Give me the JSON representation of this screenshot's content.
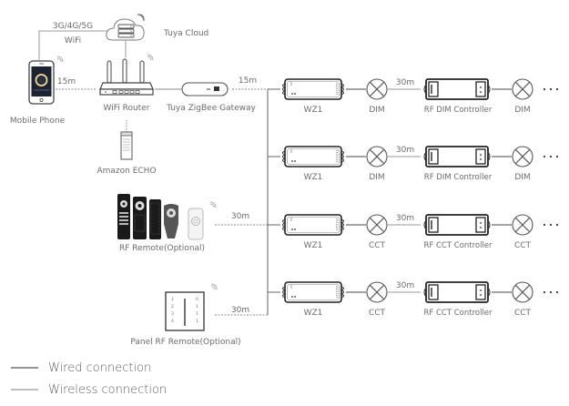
{
  "diagram": {
    "top": {
      "network_label_line1": "3G/4G/5G",
      "network_label_line2": "WiFi",
      "cloud_label": "Tuya Cloud",
      "phone_label": "Mobile Phone",
      "router_label": "WiFi Router",
      "gateway_label": "Tuya ZigBee Gateway",
      "echo_label": "Amazon ECHO",
      "phone_router_distance": "15m",
      "gateway_bus_distance": "15m"
    },
    "remotes": {
      "rf_remote_label": "RF Remote(Optional)",
      "rf_remote_distance": "30m",
      "panel_remote_label": "Panel RF Remote(Optional)",
      "panel_remote_distance": "30m",
      "panel_left_numbers": [
        "1",
        "2",
        "3",
        "4"
      ],
      "panel_right_numbers": [
        "0",
        "1",
        "1",
        "1"
      ]
    },
    "rows": [
      {
        "module": "WZ1",
        "light1": "DIM",
        "distance": "30m",
        "controller": "RF DIM Controller",
        "light2": "DIM",
        "continuation": "..."
      },
      {
        "module": "WZ1",
        "light1": "DIM",
        "distance": "30m",
        "controller": "RF DIM Controller",
        "light2": "DIM",
        "continuation": "..."
      },
      {
        "module": "WZ1",
        "light1": "CCT",
        "distance": "30m",
        "controller": "RF CCT Controller",
        "light2": "CCT",
        "continuation": "..."
      },
      {
        "module": "WZ1",
        "light1": "CCT",
        "distance": "30m",
        "controller": "RF CCT Controller",
        "light2": "CCT",
        "continuation": "..."
      }
    ],
    "legend": [
      {
        "type": "wired",
        "label": "Wired connection",
        "color": "#555555"
      },
      {
        "type": "wireless",
        "label": "Wireless connection",
        "color": "#9a9a9a"
      }
    ]
  }
}
